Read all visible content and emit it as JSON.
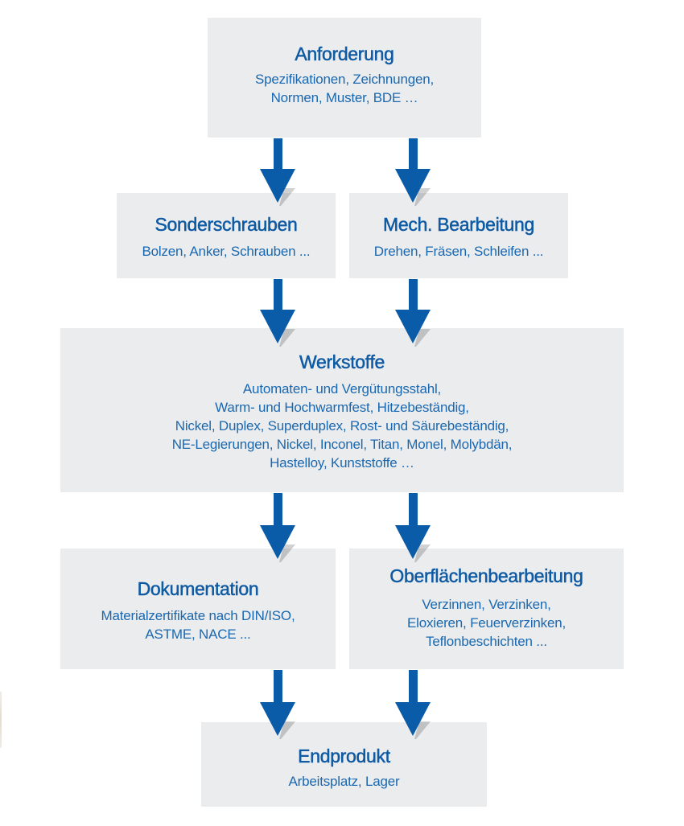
{
  "diagram": {
    "arrow_color": "#0b5ca8",
    "box_color": "#ebecee",
    "text_color": "#1261a8",
    "nodes": {
      "anforderung": {
        "title": "Anforderung",
        "lines": [
          "Spezifikationen, Zeichnungen,",
          "Normen, Muster, BDE …"
        ]
      },
      "sonderschrauben": {
        "title": "Sonderschrauben",
        "lines": [
          "Bolzen, Anker, Schrauben ..."
        ]
      },
      "mech_bearbeitung": {
        "title": "Mech. Bearbeitung",
        "lines": [
          "Drehen, Fräsen, Schleifen ..."
        ]
      },
      "werkstoffe": {
        "title": "Werkstoffe",
        "lines": [
          "Automaten- und Vergütungsstahl,",
          "Warm- und Hochwarmfest, Hitzebeständig,",
          "Nickel, Duplex, Superduplex, Rost- und Säurebeständig,",
          "NE-Legierungen, Nickel, Inconel, Titan, Monel, Molybdän,",
          "Hastelloy, Kunststoffe …"
        ]
      },
      "dokumentation": {
        "title": "Dokumentation",
        "lines": [
          "Materialzertifikate nach DIN/ISO,",
          "ASTME, NACE ..."
        ]
      },
      "oberflaechen": {
        "title": "Oberflächenbearbeitung",
        "lines": [
          "Verzinnen, Verzinken,",
          "Eloxieren, Feuerverzinken,",
          "Teflonbeschichten ..."
        ]
      },
      "endprodukt": {
        "title": "Endprodukt",
        "lines": [
          "Arbeitsplatz, Lager"
        ]
      }
    },
    "edges": [
      {
        "from": "anforderung",
        "to": "sonderschrauben"
      },
      {
        "from": "anforderung",
        "to": "mech_bearbeitung"
      },
      {
        "from": "sonderschrauben",
        "to": "werkstoffe"
      },
      {
        "from": "mech_bearbeitung",
        "to": "werkstoffe"
      },
      {
        "from": "werkstoffe",
        "to": "dokumentation"
      },
      {
        "from": "werkstoffe",
        "to": "oberflaechen"
      },
      {
        "from": "dokumentation",
        "to": "endprodukt"
      },
      {
        "from": "oberflaechen",
        "to": "endprodukt"
      }
    ]
  }
}
